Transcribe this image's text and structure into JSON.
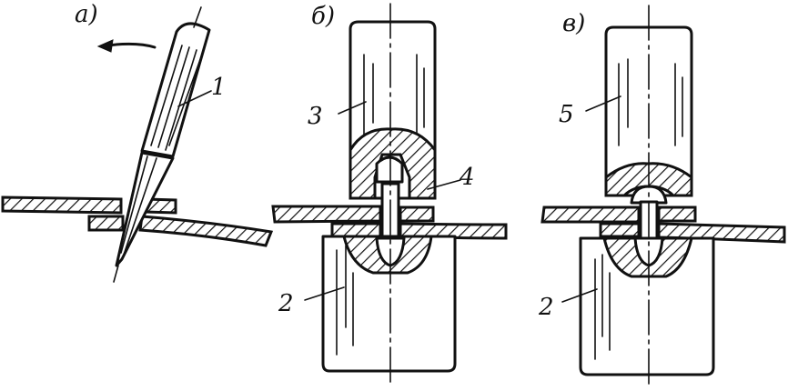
{
  "figure": {
    "panel_labels": [
      "а)",
      "б)",
      "в)"
    ],
    "part_numbers": {
      "punch": "1",
      "support": "2",
      "upper_die": "3",
      "rivet": "4",
      "finishing_die": "5",
      "support_c": "2"
    }
  }
}
